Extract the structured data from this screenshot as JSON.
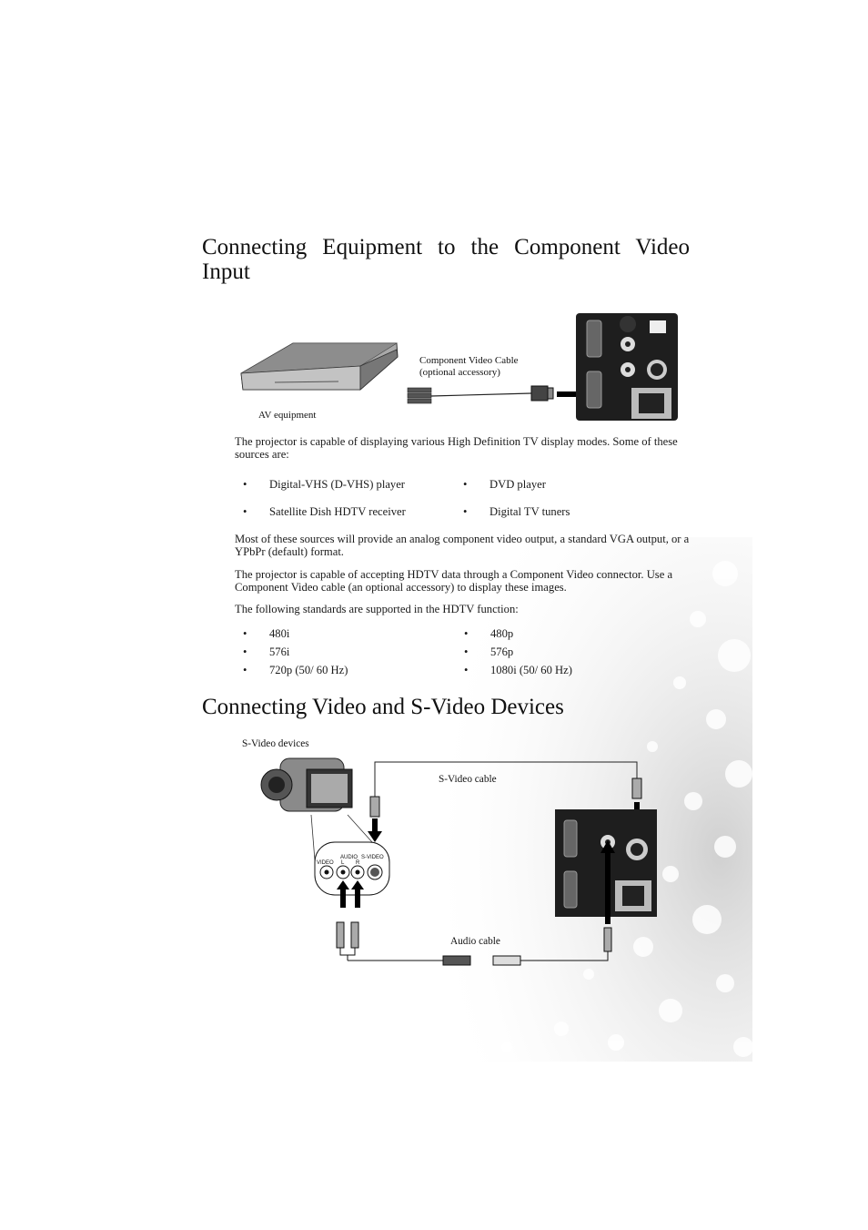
{
  "section1": {
    "title": "Connecting Equipment to the Component Video Input",
    "diagram": {
      "cable_label_1": "Component Video Cable",
      "cable_label_2": "(optional accessory)",
      "av_label": "AV equipment"
    },
    "intro": "The projector is capable of displaying various High Definition TV display modes. Some of these sources are:",
    "sources": [
      "Digital-VHS (D-VHS) player",
      "DVD player",
      "Satellite Dish HDTV receiver",
      "Digital TV tuners"
    ],
    "para2": "Most of these sources will provide an analog component video output, a standard VGA output, or a YPbPr (default) format.",
    "para3": "The projector is capable of accepting HDTV data through a Component Video connector. Use a Component Video cable (an optional accessory) to display these images.",
    "para4": "The following standards are supported in the HDTV function:",
    "standards": [
      "480i",
      "480p",
      "576i",
      "576p",
      "720p (50/ 60 Hz)",
      "1080i (50/ 60 Hz)"
    ]
  },
  "section2": {
    "title": "Connecting Video and S-Video Devices",
    "diagram": {
      "devices_label": "S-Video devices",
      "svideo_cable_label": "S-Video cable",
      "audio_cable_label": "Audio cable",
      "jack_audio": "AUDIO",
      "jack_svideo": "S-VIDEO",
      "jack_video": "VIDEO",
      "jack_l": "L",
      "jack_r": "R"
    }
  }
}
